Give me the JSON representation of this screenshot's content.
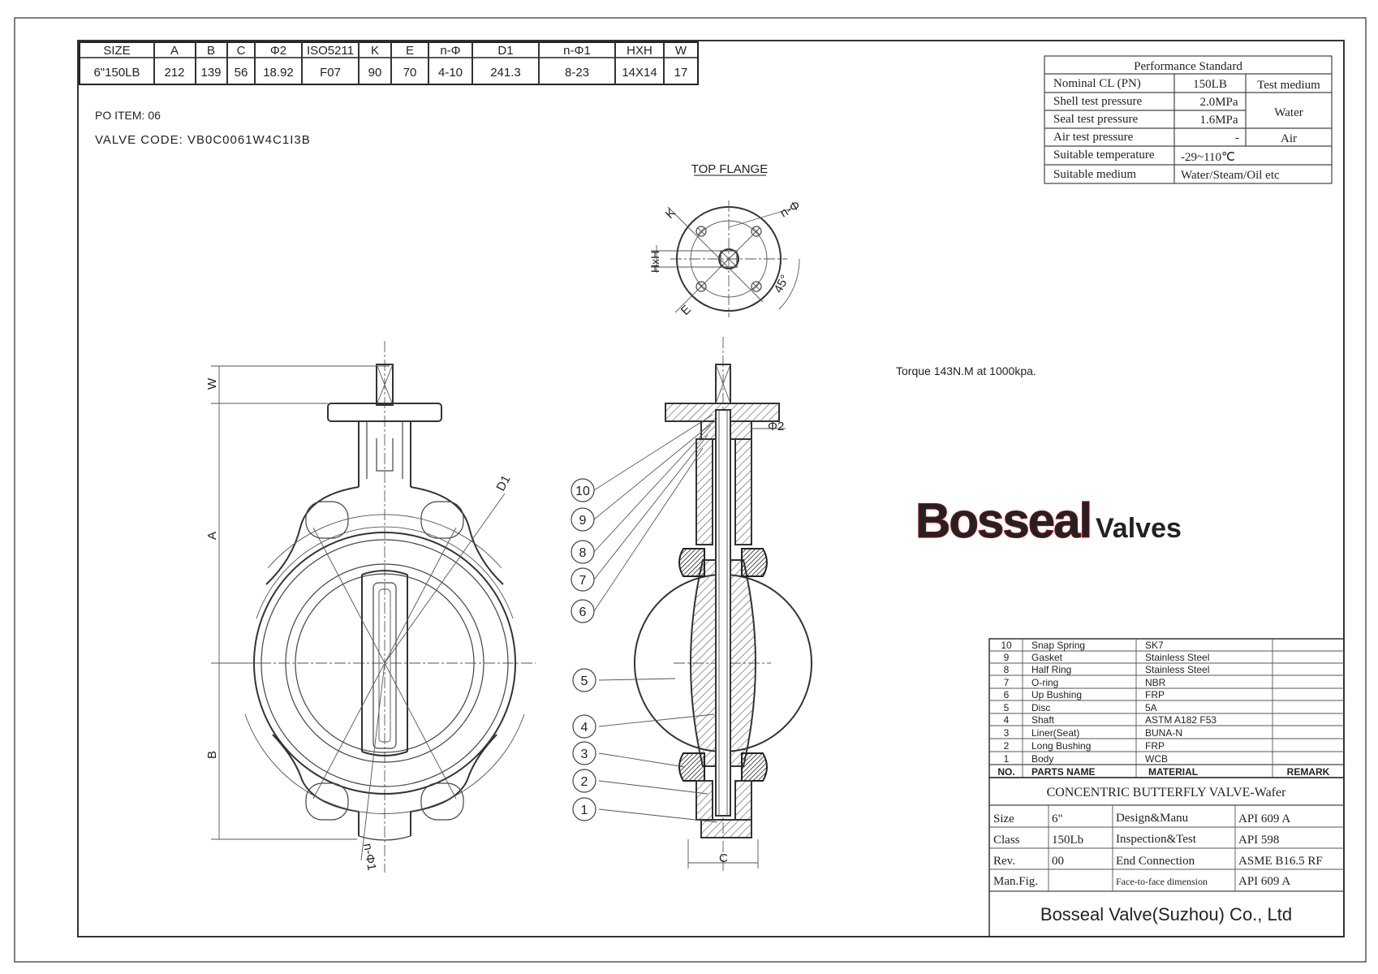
{
  "dimension_table": {
    "headers": [
      "SIZE",
      "A",
      "B",
      "C",
      "Φ2",
      "ISO5211",
      "K",
      "E",
      "n-Φ",
      "D1",
      "n-Φ1",
      "HXH",
      "W"
    ],
    "values": [
      "6\"150LB",
      "212",
      "139",
      "56",
      "18.92",
      "F07",
      "90",
      "70",
      "4-10",
      "241.3",
      "8-23",
      "14X14",
      "17"
    ]
  },
  "po_item": "PO ITEM: 06",
  "valve_code": "VALVE CODE: VB0C0061W4C1I3B",
  "top_flange": {
    "title": "TOP FLANGE",
    "label_k": "K",
    "label_n_phi": "n-Φ",
    "label_hxh": "HxH",
    "label_e": "E",
    "label_angle": "45°"
  },
  "performance": {
    "title": "Performance Standard",
    "nominal_label": "Nominal CL (PN)",
    "nominal_value": "150LB",
    "test_medium_header": "Test medium",
    "shell_label": "Shell test pressure",
    "shell_value": "2.0MPa",
    "seal_label": "Seal test pressure",
    "seal_value": "1.6MPa",
    "water": "Water",
    "air_label": "Air test pressure",
    "air_value": "-",
    "air": "Air",
    "temp_label": "Suitable temperature",
    "temp_value": "-29~110℃",
    "medium_label": "Suitable medium",
    "medium_value": "Water/Steam/Oil etc"
  },
  "torque_note": "Torque 143N.M at 1000kpa.",
  "logo": {
    "brand": "Bosseal",
    "suffix": "Valves",
    "brand_color": "#c8202a"
  },
  "front_view_labels": {
    "w": "W",
    "a": "A",
    "b": "B",
    "d1": "D1",
    "n_phi1": "n-Φ1"
  },
  "side_view_labels": {
    "phi2": "Φ2",
    "c": "C"
  },
  "balloons": [
    "10",
    "9",
    "8",
    "7",
    "6",
    "5",
    "4",
    "3",
    "2",
    "1"
  ],
  "parts": [
    {
      "no": "10",
      "name": "Snap Spring",
      "material": "SK7",
      "remark": ""
    },
    {
      "no": "9",
      "name": "Gasket",
      "material": "Stainless Steel",
      "remark": ""
    },
    {
      "no": "8",
      "name": "Half Ring",
      "material": "Stainless Steel",
      "remark": ""
    },
    {
      "no": "7",
      "name": "O-ring",
      "material": "NBR",
      "remark": ""
    },
    {
      "no": "6",
      "name": "Up Bushing",
      "material": "FRP",
      "remark": ""
    },
    {
      "no": "5",
      "name": "Disc",
      "material": "5A",
      "remark": ""
    },
    {
      "no": "4",
      "name": "Shaft",
      "material": "ASTM A182 F53",
      "remark": ""
    },
    {
      "no": "3",
      "name": "Liner(Seat)",
      "material": "BUNA-N",
      "remark": ""
    },
    {
      "no": "2",
      "name": "Long Bushing",
      "material": "FRP",
      "remark": ""
    },
    {
      "no": "1",
      "name": "Body",
      "material": "WCB",
      "remark": ""
    }
  ],
  "parts_header": {
    "no": "NO.",
    "name": "PARTS NAME",
    "material": "MATERIAL",
    "remark": "REMARK"
  },
  "title_block": {
    "title": "CONCENTRIC BUTTERFLY VALVE-Wafer",
    "size_label": "Size",
    "size_value": "6\"",
    "design_label": "Design&Manu",
    "design_value": "API 609 A",
    "class_label": "Class",
    "class_value": "150Lb",
    "inspection_label": "Inspection&Test",
    "inspection_value": "API 598",
    "rev_label": "Rev.",
    "rev_value": "00",
    "end_label": "End Connection",
    "end_value": "ASME B16.5 RF",
    "fig_label": "Man.Fig.",
    "fig_value": "",
    "f2f_label": "Face-to-face dimension",
    "f2f_value": "API 609 A",
    "company": "Bosseal Valve(Suzhou) Co., Ltd"
  }
}
